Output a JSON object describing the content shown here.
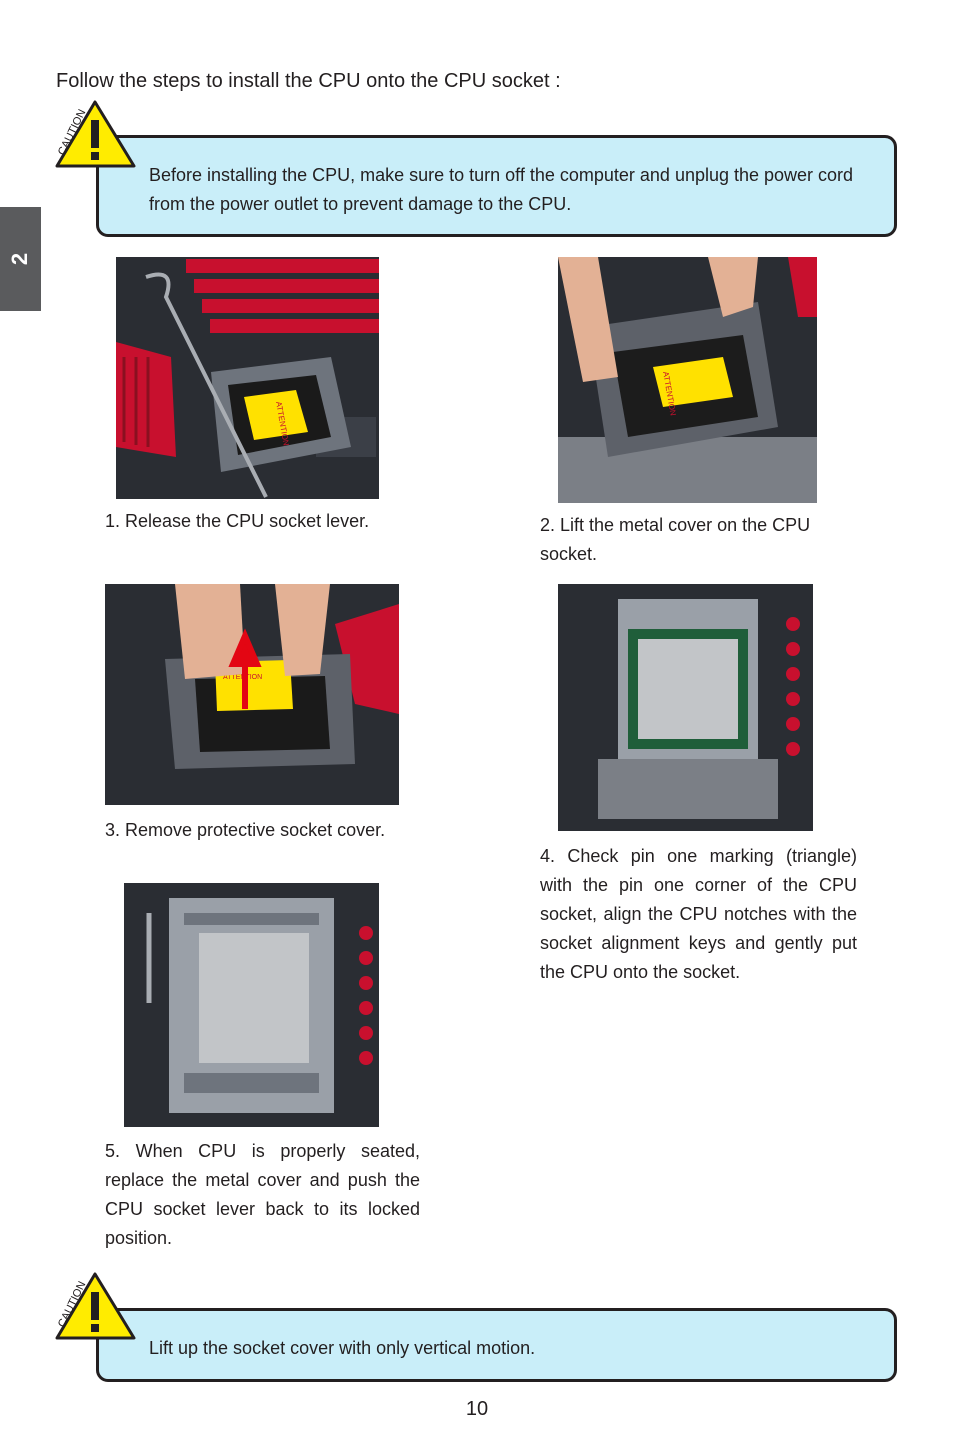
{
  "intro": "Follow the steps to install the CPU onto the CPU socket :",
  "side_tab": "2",
  "caution_label": "CAUTION",
  "caution_top": "Before installing the CPU, make sure to turn off the computer and unplug the power cord from the power outlet to prevent damage to the CPU.",
  "caution_bottom": "Lift up the socket cover with only vertical motion.",
  "steps": [
    {
      "caption": "1. Release the CPU socket lever."
    },
    {
      "caption": "2. Lift the metal cover on the CPU socket."
    },
    {
      "caption": "3. Remove protective socket cover."
    },
    {
      "caption": "4. Check pin one marking (triangle) with the pin one corner of the CPU socket, align the CPU notches with the socket alignment keys and gently put the CPU onto the socket."
    },
    {
      "caption": "5. When CPU is properly seated, replace the metal cover and push the CPU socket lever back to its locked position."
    }
  ],
  "photo_labels": {
    "attention": "ATTENTION"
  },
  "page_number": "10"
}
